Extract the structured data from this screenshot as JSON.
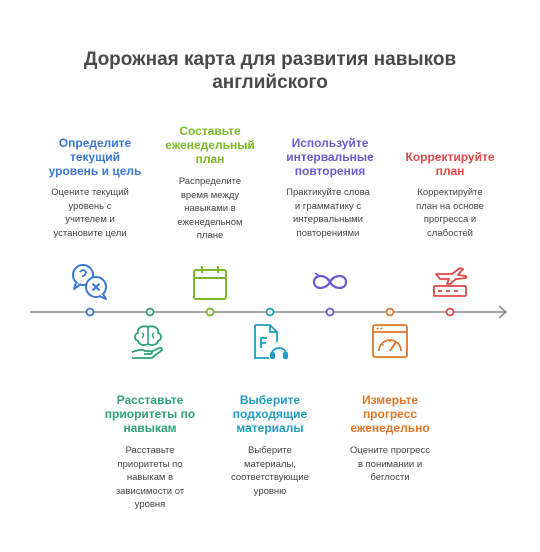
{
  "title_line1": "Дорожная карта для развития навыков",
  "title_line2": "английского",
  "steps": [
    {
      "title": [
        "Определите",
        "текущий",
        "уровень и цель"
      ],
      "desc": [
        "Оцените текущий",
        "уровень с",
        "учителем и",
        "установите цели"
      ],
      "color": "#3a78d4",
      "icon": "chat-question-icon"
    },
    {
      "title": [
        "Расставьте",
        "приоритеты по",
        "навыкам"
      ],
      "desc": [
        "Расставьте",
        "приоритеты по",
        "навыкам в",
        "зависимости от",
        "уровня"
      ],
      "color": "#2ea27a",
      "icon": "brain-hand-icon"
    },
    {
      "title": [
        "Составьте",
        "еженедельный",
        "план"
      ],
      "desc": [
        "Распределите",
        "время между",
        "навыками в",
        "еженедельном",
        "плане"
      ],
      "color": "#7bb827",
      "icon": "calendar-icon"
    },
    {
      "title": [
        "Выберите",
        "подходящие",
        "материалы"
      ],
      "desc": [
        "Выберите",
        "материалы,",
        "соответствующие",
        "уровню"
      ],
      "color": "#1f9cc4",
      "icon": "audio-file-icon"
    },
    {
      "title": [
        "Используйте",
        "интервальные",
        "повторения"
      ],
      "desc": [
        "Практикуйте слова",
        "и грамматику с",
        "интервальными",
        "повторениями"
      ],
      "color": "#6b5bd0",
      "icon": "infinity-loop-icon"
    },
    {
      "title": [
        "Измерьте",
        "прогресс",
        "еженедельно"
      ],
      "desc": [
        "Оцените прогресс",
        "в понимании и",
        "беглости"
      ],
      "color": "#e0772a",
      "icon": "gauge-window-icon"
    },
    {
      "title": [
        "Корректируйте",
        "план"
      ],
      "desc": [
        "Корректируйте",
        "план на основе",
        "прогресса и",
        "слабостей"
      ],
      "color": "#e04848",
      "icon": "plane-runway-icon"
    }
  ]
}
